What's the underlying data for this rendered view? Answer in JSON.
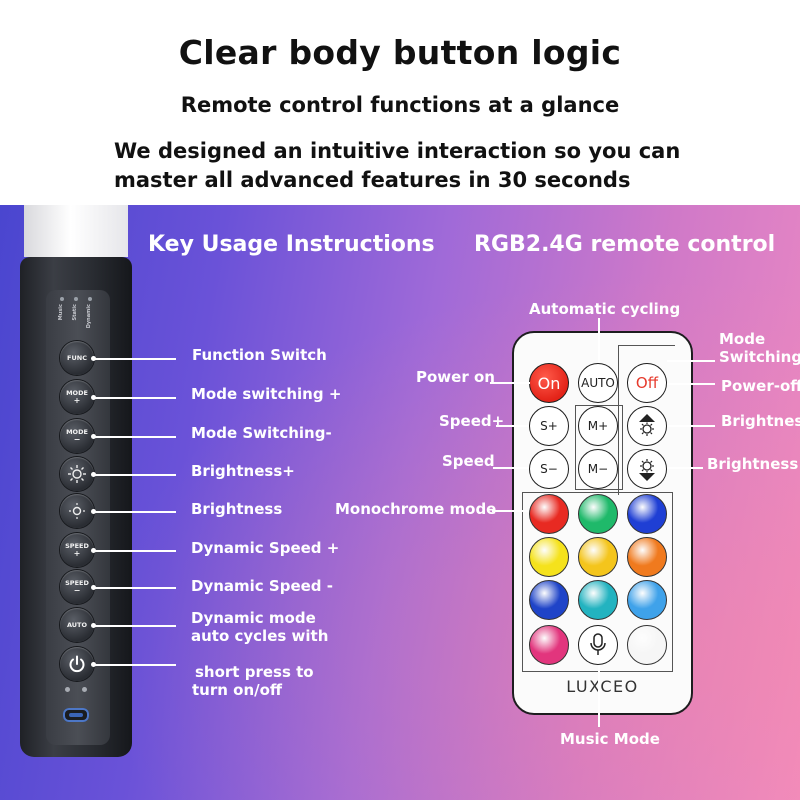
{
  "header": {
    "title": "Clear body button logic",
    "subtitle": "Remote control functions at a glance",
    "description": "We designed an intuitive interaction so you can master all advanced features in 30 seconds"
  },
  "sections": {
    "left_title": "Key Usage Instructions",
    "right_title": "RGB2.4G remote control"
  },
  "stick": {
    "indicators": [
      "Dynamic",
      "Static",
      "Music"
    ],
    "buttons": {
      "func": "FUNC",
      "mode": "MODE",
      "speed": "SPEED",
      "auto": "AUTO",
      "plus": "+",
      "minus": "−"
    },
    "labels": {
      "function_switch": "Function Switch",
      "mode_plus": "Mode switching +",
      "mode_minus": "Mode Switching-",
      "brightness_plus": "Brightness+",
      "brightness_minus": "Brightness",
      "speed_plus": "Dynamic Speed +",
      "speed_minus": "Dynamic Speed -",
      "auto_line1": "Dynamic mode",
      "auto_line2": "auto cycles with",
      "power_line1": "short press to",
      "power_line2": "turn on/off"
    }
  },
  "remote": {
    "brand": "LUXCEO",
    "buttons": {
      "on": "On",
      "auto": "AUTO",
      "off": "Off",
      "speed_plus": "S+",
      "speed_minus": "S−",
      "mode_plus": "M+",
      "mode_minus": "M−"
    },
    "labels": {
      "automatic_cycling": "Automatic cycling",
      "mode_switching": "Mode Switching",
      "power_on": "Power on",
      "power_off": "Power-off",
      "speed_plus": "Speed+",
      "speed_minus": "Speed",
      "brightness_plus": "Brightnes",
      "brightness_minus": "Brightness",
      "monochrome_mode": "Monochrome mode",
      "music_mode": "Music Mode"
    },
    "colors": {
      "red": "#e82a22",
      "green": "#1fb96a",
      "blue": "#1f3fd4",
      "yellow": "#f5e21c",
      "amber": "#f4c51c",
      "orange": "#f07a1e",
      "blue2": "#1f44c8",
      "cyan": "#23b3c0",
      "sky": "#3fa2ea",
      "magenta": "#e2357d",
      "white": "#f6f6f6"
    }
  }
}
